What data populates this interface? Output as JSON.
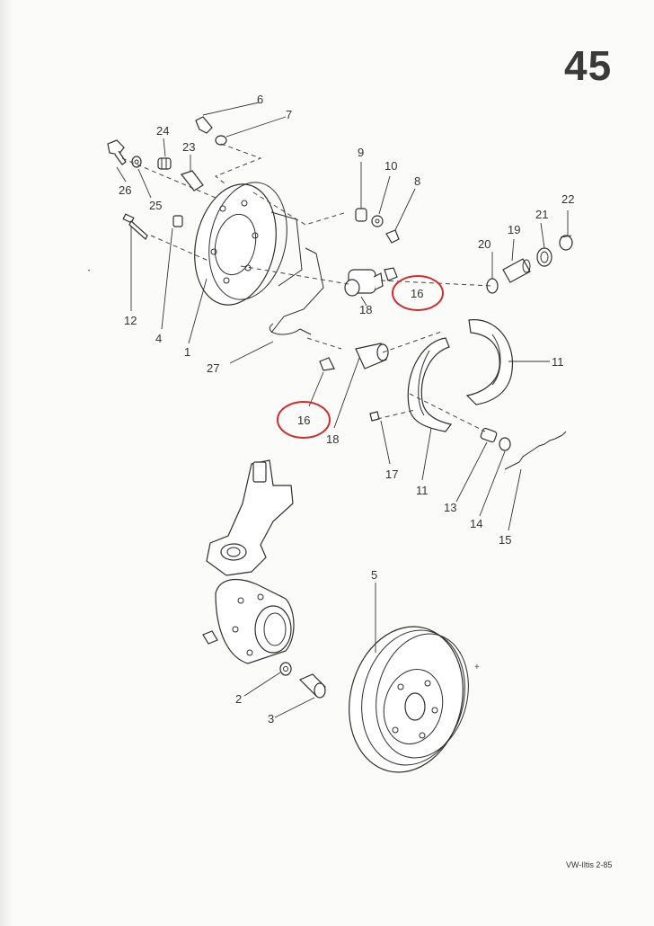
{
  "page": {
    "number": "45",
    "footer": "VW-Iltis  2-85"
  },
  "callouts": {
    "c1": "1",
    "c2": "2",
    "c3": "3",
    "c4": "4",
    "c5": "5",
    "c6": "6",
    "c7": "7",
    "c8": "8",
    "c9": "9",
    "c10": "10",
    "c11a": "11",
    "c11b": "11",
    "c12": "12",
    "c13": "13",
    "c14": "14",
    "c15": "15",
    "c16a": "16",
    "c16b": "16",
    "c17": "17",
    "c18a": "18",
    "c18b": "18",
    "c19": "19",
    "c20": "20",
    "c21": "21",
    "c22": "22",
    "c23": "23",
    "c24": "24",
    "c25": "25",
    "c26": "26",
    "c27": "27"
  },
  "highlighted_parts": [
    "16"
  ],
  "colors": {
    "linework": "#2e2e2e",
    "highlight": "#d22b2b",
    "paper": "#fbfbfa"
  }
}
